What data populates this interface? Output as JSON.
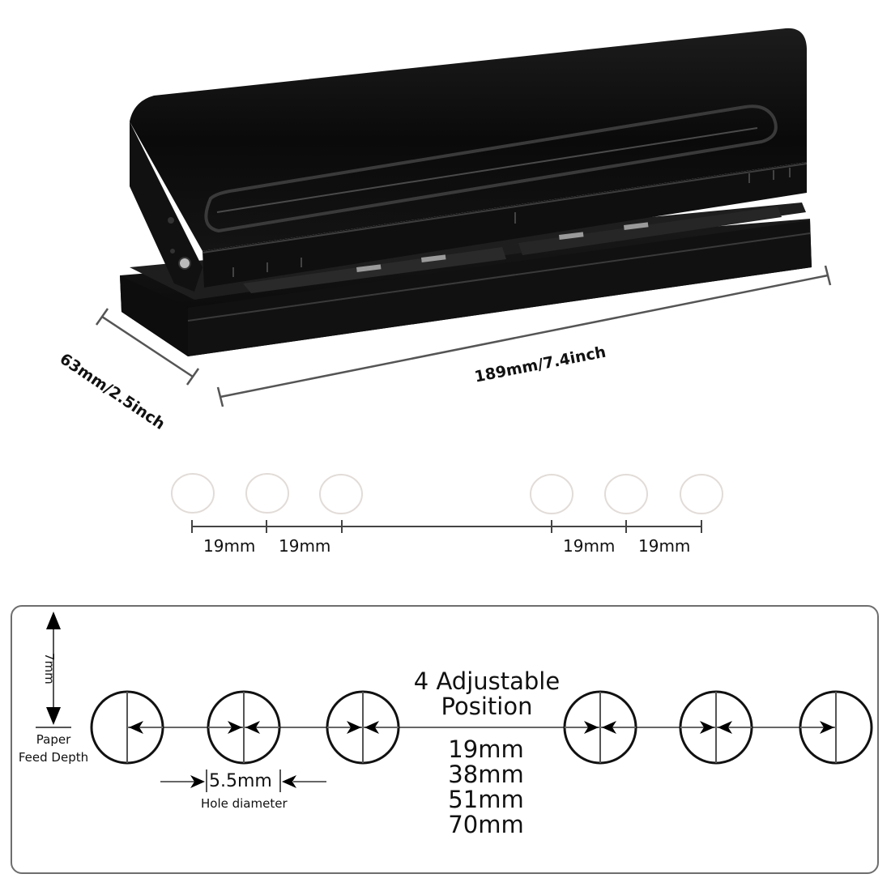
{
  "product": {
    "name": "6-hole adjustable paper punch",
    "color": "#0b0b0b",
    "dimensions": {
      "depth_label": "63mm/2.5inch",
      "length_label": "189mm/7.4inch"
    }
  },
  "hole_spacing": {
    "holes_count": 6,
    "labels": [
      "19mm",
      "19mm",
      "19mm",
      "19mm"
    ]
  },
  "diagram": {
    "feed_depth_value": "7mm",
    "feed_depth_caption_line1": "Paper",
    "feed_depth_caption_line2": "Feed Depth",
    "title_line1": "4 Adjustable",
    "title_line2": "Position",
    "positions": [
      "19mm",
      "38mm",
      "51mm",
      "70mm"
    ],
    "hole_diameter_value": "5.5mm",
    "hole_diameter_caption": "Hole diameter",
    "border_color": "#6e6e6e"
  }
}
